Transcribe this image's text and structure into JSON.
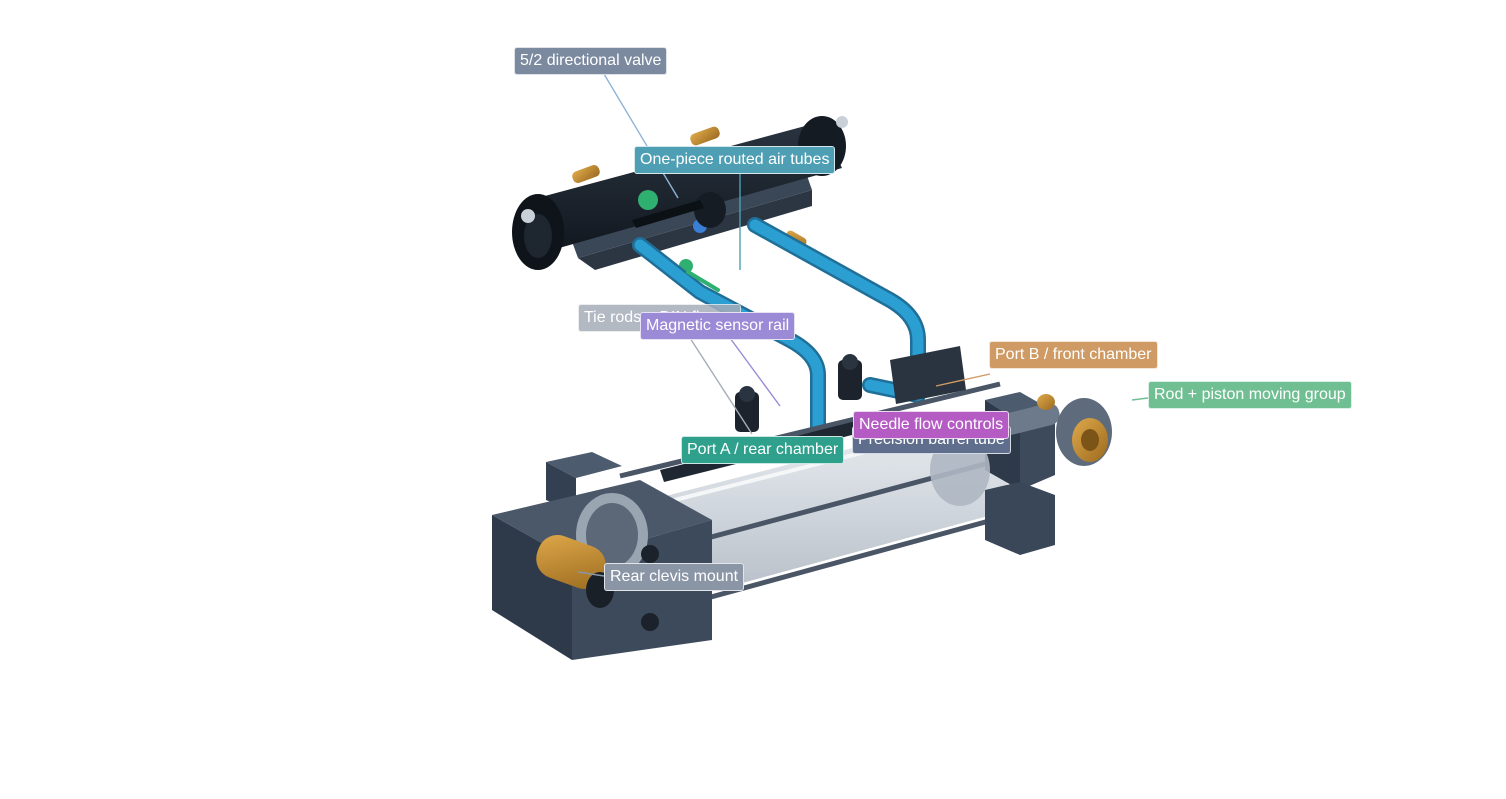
{
  "callouts": [
    {
      "id": "valve",
      "label": "5/2 directional valve",
      "color": "#7c8aa0",
      "opacity": 1
    },
    {
      "id": "tubes",
      "label": "One-piece routed air tubes",
      "color": "#4f9fb4",
      "opacity": 1
    },
    {
      "id": "tierods",
      "label": "Tie rods + DIN flange",
      "color": "#a6adb9",
      "opacity": 0.85
    },
    {
      "id": "sensor",
      "label": "Magnetic sensor rail",
      "color": "#9b8ad6",
      "opacity": 1
    },
    {
      "id": "portb",
      "label": "Port B / front chamber",
      "color": "#cf9a63",
      "opacity": 1
    },
    {
      "id": "rod",
      "label": "Rod + piston moving group",
      "color": "#6fbf93",
      "opacity": 1
    },
    {
      "id": "needle",
      "label": "Needle flow controls",
      "color": "#b45cc4",
      "opacity": 1
    },
    {
      "id": "barrel",
      "label": "Precision barrel tube",
      "color": "#5e6e8c",
      "opacity": 1
    },
    {
      "id": "porta",
      "label": "Port A / rear chamber",
      "color": "#2fa08c",
      "opacity": 1
    },
    {
      "id": "clevis",
      "label": "Rear clevis mount",
      "color": "#8a95a6",
      "opacity": 1
    }
  ],
  "colors": {
    "housing": "#3d4a5c",
    "housing_dark": "#27313f",
    "valve_body": "#1c232d",
    "tube": "#2b8fc0",
    "brass": "#c88a2e",
    "glass": "#cfd6de",
    "fitting_green": "#2fb070",
    "fitting_blue": "#3a7fd6"
  }
}
